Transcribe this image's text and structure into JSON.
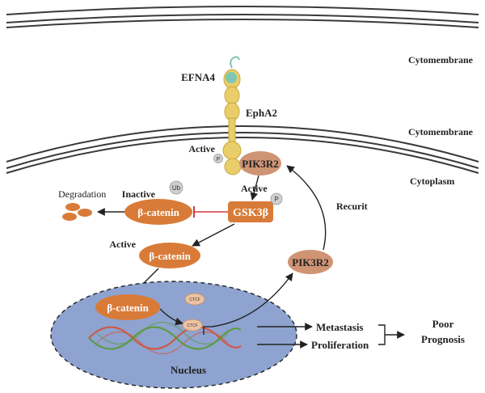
{
  "labels": {
    "cytomembrane_top": "Cytomembrane",
    "cytomembrane_mid": "Cytomembrane",
    "cytoplasm": "Cytoplasm",
    "efna4": "EFNA4",
    "epha2": "EphA2",
    "active_receptor": "Active",
    "phospho_small": "P",
    "pik3r2_top": "PIK3R2",
    "active_gsk": "Active",
    "gsk3b": "GSK3β",
    "phospho_gsk": "P",
    "ub": "Ub",
    "inactive": "Inactive",
    "degradation": "Degradation",
    "bcat_inactive": "β-catenin",
    "active_bcat": "Active",
    "bcat_active": "β-catenin",
    "recruit": "Recurit",
    "pik3r2_low": "PIK3R2",
    "bcat_nucleus": "β-catenin",
    "ctcf_1": "CTCF",
    "ctcf_2": "CTCF",
    "nucleus": "Nucleus",
    "metastasis": "Metastasis",
    "proliferation": "Proliferation",
    "poor": "Poor",
    "prognosis": "Prognosis"
  },
  "colors": {
    "membrane": "#3a3a3a",
    "receptor": "#e9cd6a",
    "receptor_stroke": "#c9a93c",
    "ligand": "#7fc6b4",
    "orange_node": "#d97b38",
    "pik3r2_node": "#cf9474",
    "nucleus_fill": "#8ea3cf",
    "dna_red": "#d2563e",
    "dna_green": "#5a9a3c",
    "inhibit": "#d23b3b",
    "phospho": "#cfcfcf"
  }
}
